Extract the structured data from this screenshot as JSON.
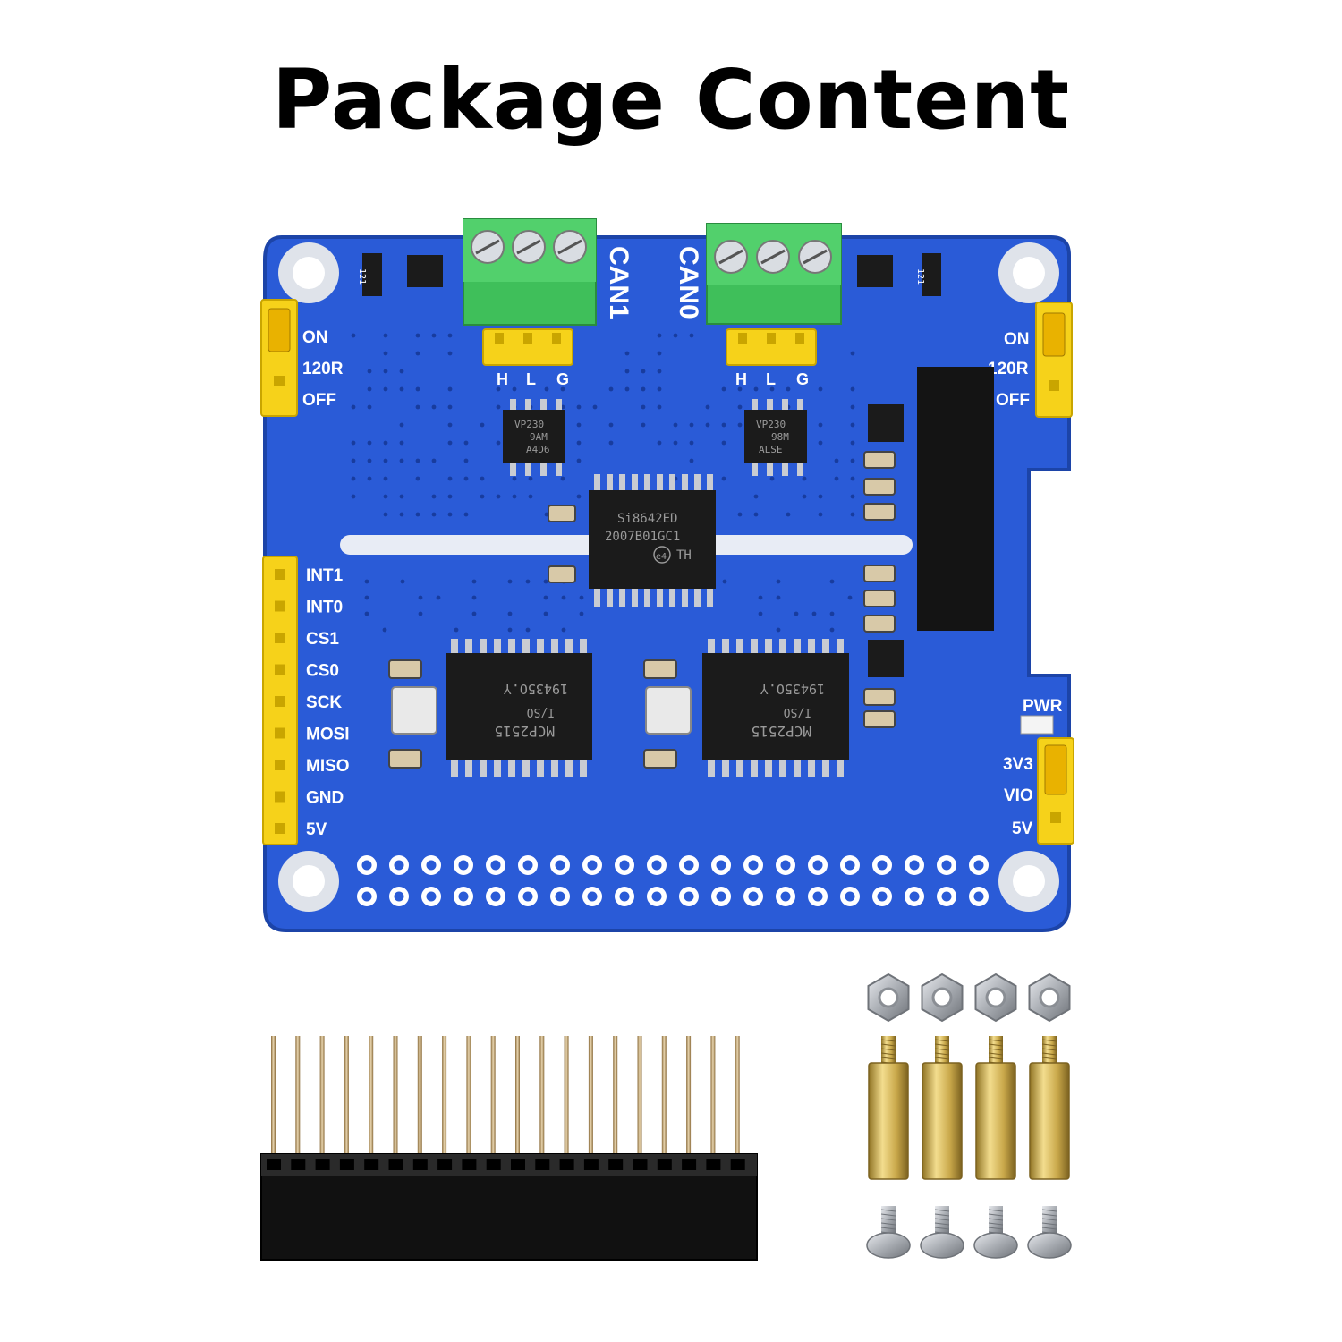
{
  "title": "Package Content",
  "colors": {
    "board": "#2a5bd7",
    "board_edge": "#1e47b3",
    "terminal_green": "#3fbf5a",
    "header_yellow": "#f6d21a",
    "chip": "#1b1b1b",
    "brass": "#c9a84a",
    "steel": "#b8bcc2"
  },
  "board": {
    "terminals": [
      {
        "label": "CAN1",
        "pins": [
          "H",
          "L",
          "G"
        ]
      },
      {
        "label": "CAN0",
        "pins": [
          "H",
          "L",
          "G"
        ]
      }
    ],
    "jumper_left": [
      "ON",
      "120R",
      "OFF"
    ],
    "jumper_right": [
      "ON",
      "120R",
      "OFF"
    ],
    "left_header_labels": [
      "INT1",
      "INT0",
      "CS1",
      "CS0",
      "SCK",
      "MOSI",
      "MISO",
      "GND",
      "5V"
    ],
    "power_labels": [
      "PWR",
      "3V3",
      "VIO",
      "5V"
    ],
    "transceiver_left": [
      "VP230",
      "9AM",
      "A4D6"
    ],
    "transceiver_right": [
      "VP230",
      "98M",
      "ALSE"
    ],
    "isolator": [
      "Si8642ED",
      "2007B01GC1",
      "e4",
      "TH"
    ],
    "controller_left": [
      "MCP2515",
      "I/SO",
      "19435O.Y"
    ],
    "controller_right": [
      "MCP2515",
      "I/SO",
      "19435O.Y"
    ],
    "resistor_code": "121"
  },
  "accessories": {
    "pin_header_pins": 20,
    "nuts": 4,
    "standoffs": 4,
    "screws": 4
  }
}
